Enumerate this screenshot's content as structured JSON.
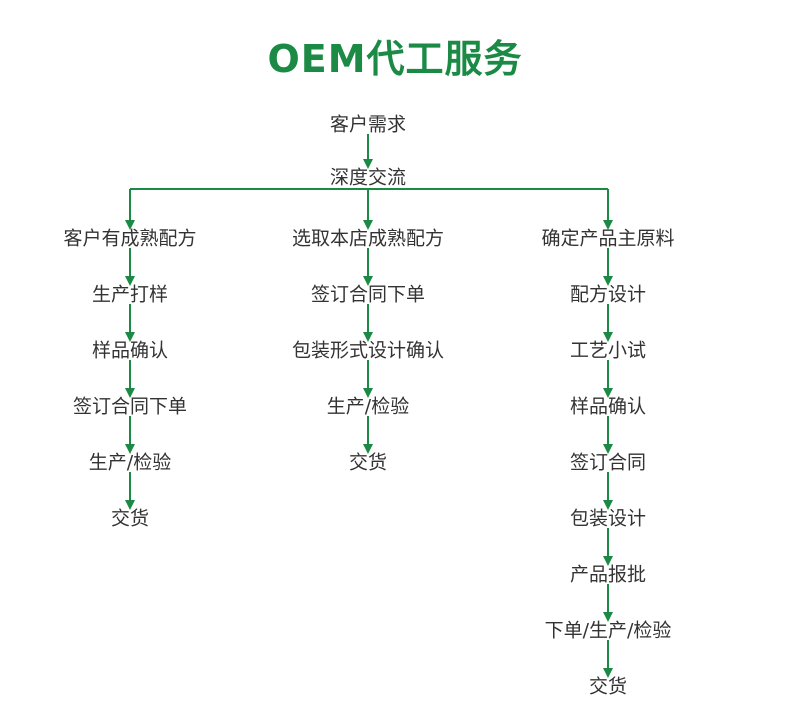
{
  "title": "OEM代工服务",
  "accent_color": "#1a8a45",
  "text_color": "#333333",
  "root": [
    "客户需求",
    "深度交流"
  ],
  "branches": [
    {
      "steps": [
        "客户有成熟配方",
        "生产打样",
        "样品确认",
        "签订合同下单",
        "生产/检验",
        "交货"
      ]
    },
    {
      "steps": [
        "选取本店成熟配方",
        "签订合同下单",
        "包装形式设计确认",
        "生产/检验",
        "交货"
      ]
    },
    {
      "steps": [
        "确定产品主原料",
        "配方设计",
        "工艺小试",
        "样品确认",
        "签订合同",
        "包装设计",
        "产品报批",
        "下单/生产/检验",
        "交货"
      ]
    }
  ]
}
